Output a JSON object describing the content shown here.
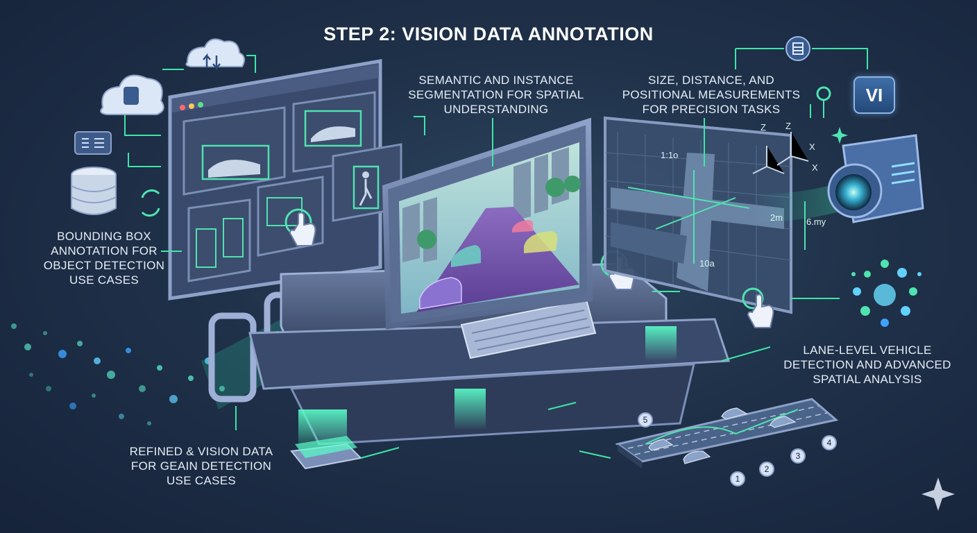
{
  "title": "STEP 2: VISION DATA ANNOTATION",
  "labels": {
    "bounding_box": "BOUNDING BOX\nANNOTATION FOR\nOBJECT DETECTION\nUSE CASES",
    "semantic": "SEMANTIC AND INSTANCE\nSEGMENTATION FOR SPATIAL\nUNDERSTANDING",
    "measurements": "SIZE, DISTANCE, AND\nPOSITIONAL MEASUREMENTS\nFOR PRECISION TASKS",
    "lane_level": "LANE-LEVEL VEHICLE\nDETECTION AND ADVANCED\nSPATIAL ANALYSIS",
    "refined": "REFINED & VISION DATA\nFOR GEAIN DETECTION\nUSE CASES"
  },
  "badge": "VI",
  "measure_marks": {
    "m1": "1:1o",
    "m2": "2m",
    "m3": "6.my",
    "m4": "10a",
    "axis_z1": "Z",
    "axis_z2": "Z",
    "axis_x1": "X",
    "axis_x2": "X"
  },
  "lane_numbers": [
    "1",
    "2",
    "3",
    "4",
    "5"
  ],
  "icons": [
    "cloud-database-icon",
    "upload-download-icon",
    "database-icon",
    "refresh-icon",
    "server-icon",
    "camera-icon",
    "pin-icon",
    "sparkle-icon",
    "hand-cursor-icon"
  ],
  "colors": {
    "accent": "#4fe3b0",
    "frame": "#7b8fb8",
    "screen": "#2b3f5c",
    "badge": "#2f5b91"
  }
}
